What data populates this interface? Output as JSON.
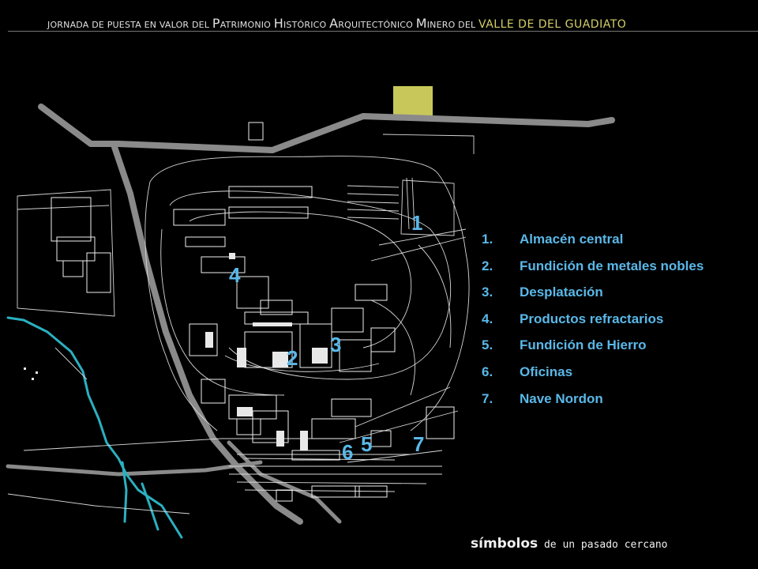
{
  "header": {
    "part1": "JORNADA DE PUESTA EN VALOR DEL ",
    "p_cap": "P",
    "p_rest": "ATRIMONIO ",
    "h_cap": "H",
    "h_rest": "ISTÓRICO ",
    "a_cap": "A",
    "a_rest": "RQUITECTÓNICO ",
    "m_cap": "M",
    "m_rest": "INERO DEL ",
    "accent": "VALLE DE DEL GUADIATO",
    "accent_color": "#d4cf6a"
  },
  "legend": {
    "color": "#5ab8e8",
    "items": [
      {
        "num": "1.",
        "label": "Almacén central"
      },
      {
        "num": "2.",
        "label": "Fundición de metales nobles"
      },
      {
        "num": "3.",
        "label": "Desplatación"
      },
      {
        "num": "4.",
        "label": "Productos refractarios"
      },
      {
        "num": "5.",
        "label": "Fundición de Hierro"
      },
      {
        "num": "6.",
        "label": "Oficinas"
      },
      {
        "num": "7.",
        "label": "Nave Nordon"
      }
    ]
  },
  "map_labels": [
    "1",
    "2",
    "3",
    "4",
    "5",
    "6",
    "7"
  ],
  "map_colors": {
    "river": "#2bb0c0",
    "road": "#8a8a8a",
    "highlight": "#c8c85a",
    "lines": "#d8d8d8"
  },
  "footer": {
    "bold": "símbolos",
    "rest": " de un pasado cercano"
  }
}
